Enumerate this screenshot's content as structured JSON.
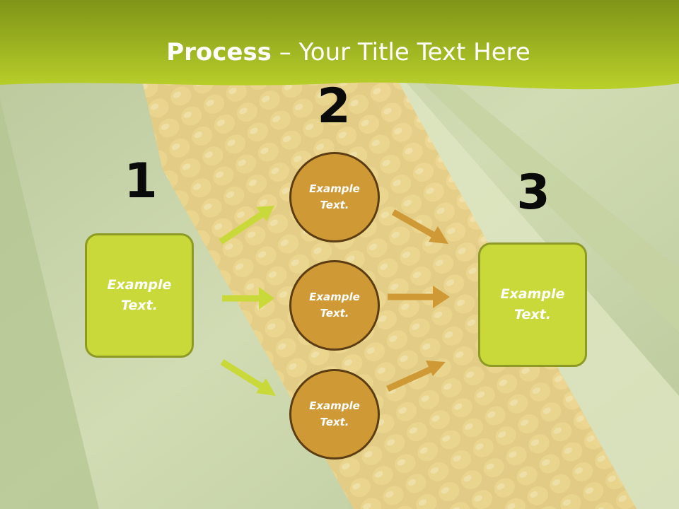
{
  "title": {
    "bold": "Process",
    "rest": " – Your Title Text Here"
  },
  "steps": {
    "one": "1",
    "two": "2",
    "three": "3"
  },
  "nodes": {
    "left_box": "Example Text.",
    "circle_top": "Example Text.",
    "circle_middle": "Example Text.",
    "circle_bottom": "Example Text.",
    "right_box": "Example Text."
  },
  "colors": {
    "header_green": "#a8c01f",
    "box_fill": "#c9d93a",
    "circle_fill": "#cf9a36",
    "arrow_green": "#c9d93a",
    "arrow_orange": "#cf9a36"
  }
}
